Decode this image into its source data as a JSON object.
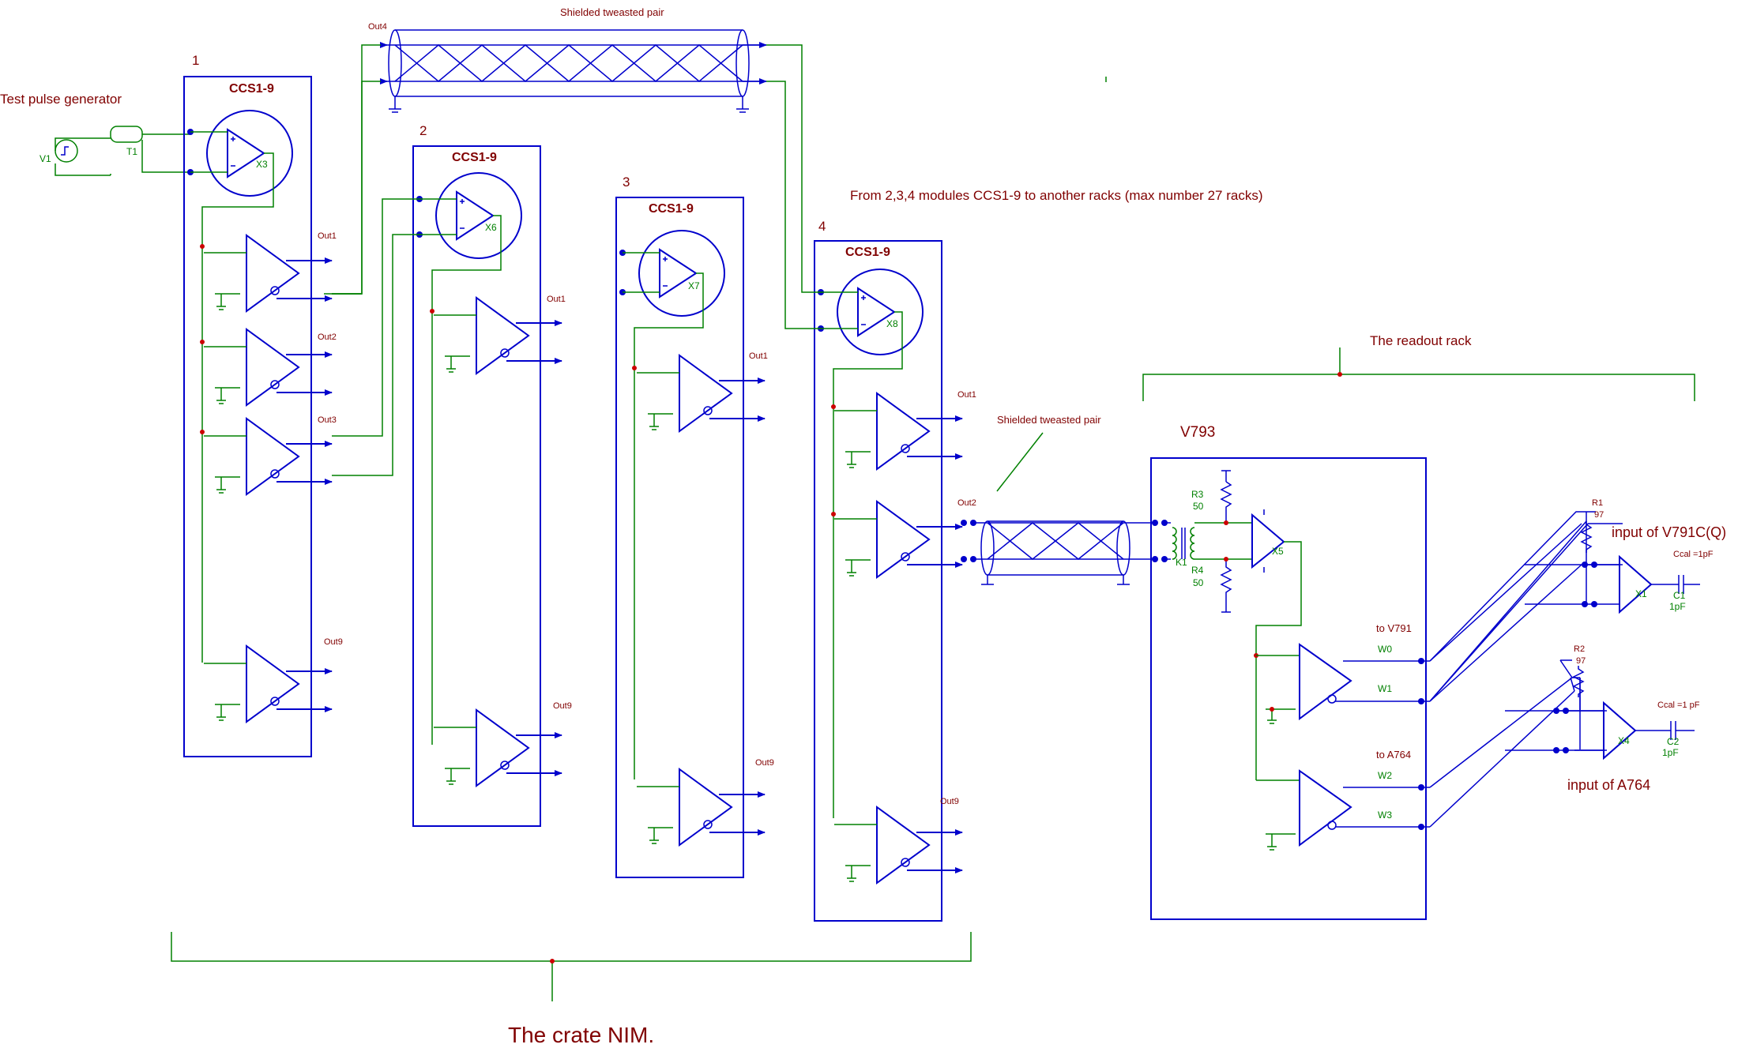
{
  "colors": {
    "module": "#0000cc",
    "wire": "#008000",
    "label_red": "#800000",
    "label_green": "#008000",
    "node": "#cc0000"
  },
  "labels": {
    "test_pulse_generator": "Test pulse generator",
    "v1": "V1",
    "t1": "T1",
    "shielded_pair_top": "Shielded tweasted pair",
    "shielded_pair_mid": "Shielded tweasted pair",
    "from_modules": "From 2,3,4 modules CCS1-9 to another racks (max number 27 racks)",
    "readout_rack": "The readout rack",
    "crate_nim": "The crate NIM.",
    "input_v791": "input of V791C(Q)",
    "input_a764": "input of A764",
    "out4_top": "Out4"
  },
  "modules": [
    {
      "number": "1",
      "title": "CCS1-9",
      "opamp": "X3",
      "out_top": "Out1",
      "out_2": "Out2",
      "out_3": "Out3",
      "out_bottom": "Out9"
    },
    {
      "number": "2",
      "title": "CCS1-9",
      "opamp": "X6",
      "out_top": "Out1",
      "out_bottom": "Out9"
    },
    {
      "number": "3",
      "title": "CCS1-9",
      "opamp": "X7",
      "out_top": "Out1",
      "out_bottom": "Out9"
    },
    {
      "number": "4",
      "title": "CCS1-9",
      "opamp": "X8",
      "out_top": "Out1",
      "out_2": "Out2",
      "out_bottom": "Out9"
    }
  ],
  "v793": {
    "title": "V793",
    "r3": "R3",
    "r3_val": "50",
    "r4": "R4",
    "r4_val": "50",
    "k1": "K1",
    "x5": "X5",
    "to_v791": "to V791",
    "to_a764": "to A764",
    "w0": "W0",
    "w1": "W1",
    "w2": "W2",
    "w3": "W3"
  },
  "inputs": {
    "r1": "R1",
    "r1_val": "97",
    "r2": "R2",
    "r2_val": "97",
    "x1": "X1",
    "x4": "X4",
    "c1": "C1",
    "c1_val": "1pF",
    "c2": "C2",
    "c2_val": "1pF",
    "ccal1": "Ccal =1pF",
    "ccal2": "Ccal =1 pF"
  }
}
